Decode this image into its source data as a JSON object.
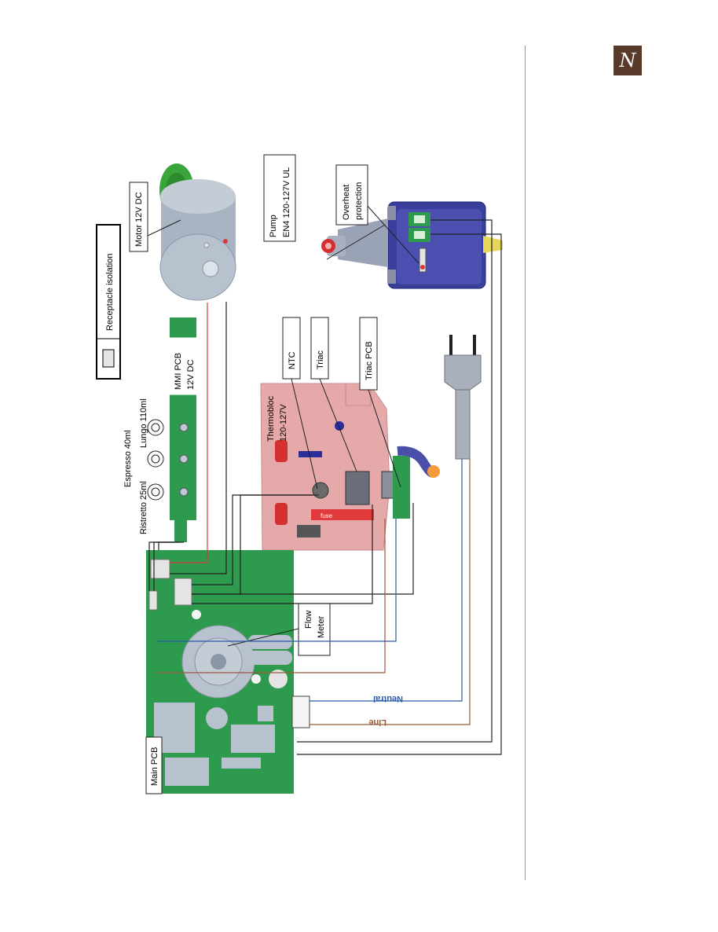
{
  "brand": {
    "logo_letter": "N",
    "logo_color": "#5a3a2a"
  },
  "legend": {
    "label": "Receptacle isolation"
  },
  "labels": {
    "motor": "Motor 12V DC",
    "pump_line1": "Pump",
    "pump_line2": "EN4 120-127V UL",
    "overheat_line1": "Overheat",
    "overheat_line2": "protection",
    "mmi_line1": "MMI PCB",
    "mmi_line2": "12V DC",
    "lungo": "Lungo 110ml",
    "espresso": "Espresso 40ml",
    "ristretto": "Ristretto 25ml",
    "ntc": "NTC",
    "triac": "Triac",
    "triac_pcb": "Triac PCB",
    "thermobloc_line1": "Thermobloc",
    "thermobloc_line2": "120-127V",
    "flow_line1": "Flow",
    "flow_line2": "Meter",
    "main_pcb": "Main PCB",
    "neutral": "Neutral",
    "line": "Line",
    "fuse": "fuse"
  },
  "colors": {
    "pcb_green": "#2e9a4e",
    "thermobloc_pink": "#e6a9a9",
    "pump_blue": "#3a3f9c",
    "neutral_wire": "#2a5aa8",
    "line_wire": "#9a5a3a",
    "motor_wire": "#d83a3a"
  }
}
